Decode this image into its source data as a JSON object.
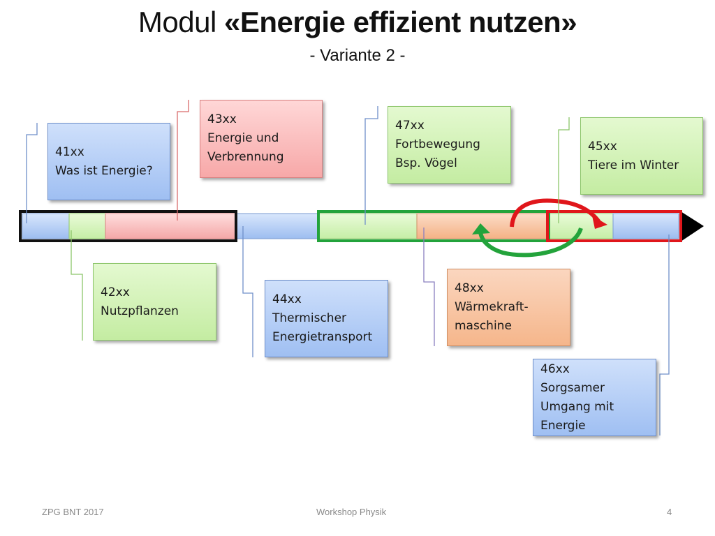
{
  "title": {
    "prefix": "Modul ",
    "main": "«Energie effizient nutzen»"
  },
  "subtitle": "- Variante 2 -",
  "modules": {
    "m41": {
      "code": "41xx",
      "lines": [
        "Was ist Energie?"
      ]
    },
    "m42": {
      "code": "42xx",
      "lines": [
        "Nutzpflanzen"
      ]
    },
    "m43": {
      "code": "43xx",
      "lines": [
        "Energie und",
        "Verbrennung"
      ]
    },
    "m44": {
      "code": "44xx",
      "lines": [
        "Thermischer",
        "Energietransport"
      ]
    },
    "m47": {
      "code": "47xx",
      "lines": [
        "Fortbewegung",
        "Bsp. Vögel"
      ]
    },
    "m48": {
      "code": "48xx",
      "lines": [
        "Wärmekraft-",
        "maschine"
      ]
    },
    "m45": {
      "code": "45xx",
      "lines": [
        "Tiere im Winter"
      ]
    },
    "m46": {
      "code": "46xx",
      "lines": [
        "Sorgsamer",
        "Umgang mit",
        "Energie"
      ]
    }
  },
  "footer": {
    "left": "ZPG BNT 2017",
    "center": "Workshop Physik",
    "right": "4"
  },
  "colors": {
    "blue": "#a9c6f5",
    "green": "#d3f3b5",
    "red": "#f7b4b4",
    "orange": "#f8c6a6",
    "frame_black": "#111111",
    "frame_green": "#23a33b",
    "frame_red": "#e0161b"
  }
}
